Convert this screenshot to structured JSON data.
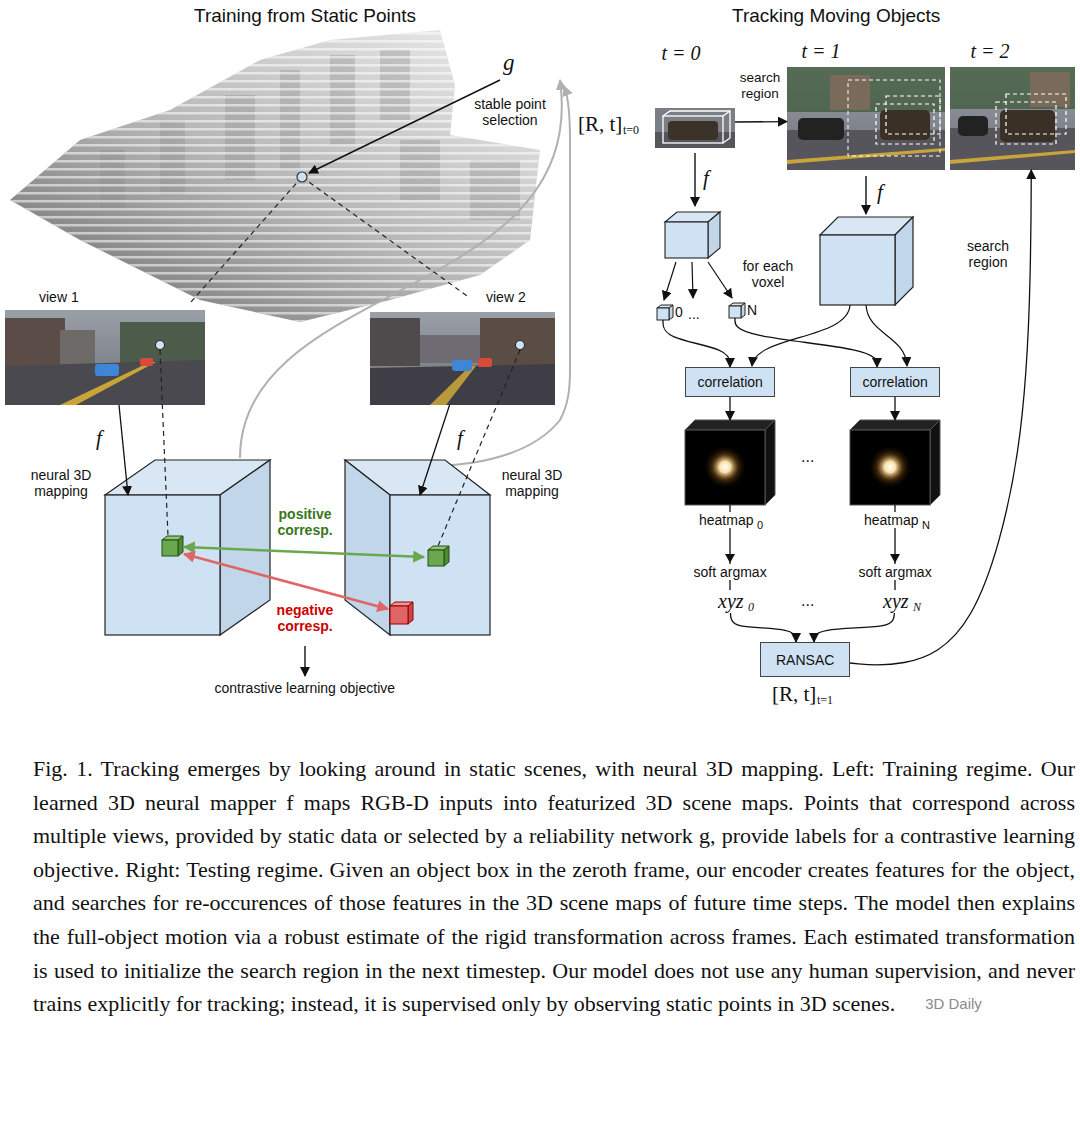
{
  "diagram": {
    "caption": "Fig. 1. Tracking emerges by looking around in static scenes, with neural 3D mapping. Left: Training regime. Our learned 3D neural mapper f maps RGB-D inputs into featurized 3D scene maps. Points that correspond across multiple views, provided by static data or selected by a reliability network g, provide labels for a contrastive learning objective. Right: Testing regime. Given an object box in the zeroth frame, our encoder creates features for the object, and searches for re-occurences of those features in the 3D scene maps of future time steps. The model then explains the full-object motion via a robust estimate of the rigid transformation across frames. Each estimated transformation is used to initialize the search region in the next timestep. Our model does not use any human supervision, and never trains explicitly for tracking; instead, it is supervised only by observing static points in 3D scenes.",
    "nodes": [
      {
        "text": [
          "view 1"
        ]
      },
      {
        "text": [
          "view 2"
        ]
      },
      {
        "text": [
          "neural 3D mapping"
        ]
      },
      {
        "text": [
          "neural 3D mapping"
        ]
      },
      {
        "text": [
          "t = 0"
        ]
      },
      {
        "text": [
          "t = 1"
        ]
      },
      {
        "text": [
          "t = 2"
        ]
      },
      {
        "text": [
          "0"
        ]
      },
      {
        "text": [
          "N"
        ]
      },
      {
        "text": [
          "correlation"
        ]
      },
      {
        "text": [
          "correlation"
        ]
      },
      {
        "text": [
          "heatmap",
          "0"
        ]
      },
      {
        "text": [
          "heatmap",
          "N"
        ]
      },
      {
        "text": [
          "RANSAC"
        ]
      }
    ],
    "edges": [
      {
        "from": 0,
        "to": 2,
        "label": "f",
        "arrow": "to"
      },
      {
        "from": 1,
        "to": 3,
        "label": "f",
        "arrow": "to"
      },
      {
        "from": 4,
        "to": 5,
        "label": "search region",
        "arrow": "to"
      },
      {
        "from": 7,
        "to": 9,
        "arrow": "to"
      },
      {
        "from": 8,
        "to": 10,
        "arrow": "to"
      },
      {
        "from": 9,
        "to": 11,
        "arrow": "to"
      },
      {
        "from": 10,
        "to": 12,
        "arrow": "to"
      },
      {
        "from": 11,
        "to": 13,
        "arrow": "to"
      },
      {
        "from": 12,
        "to": 13,
        "arrow": "to"
      },
      {
        "from": 13,
        "to": 6,
        "label": "search region",
        "arrow": "to"
      }
    ],
    "labels": [
      "Training from Static Points",
      "Tracking Moving Objects",
      "g",
      "stable point selection",
      "positive corresp.",
      "negative corresp.",
      "contrastive learning objective",
      "[R, t]",
      "t=0",
      "f",
      "f",
      "for each voxel",
      "...",
      "...",
      "xyz",
      "0",
      "...",
      "xyz",
      "N",
      "[R, t]",
      "t=1",
      "soft argmax",
      "soft argmax",
      "3D Daily"
    ]
  }
}
